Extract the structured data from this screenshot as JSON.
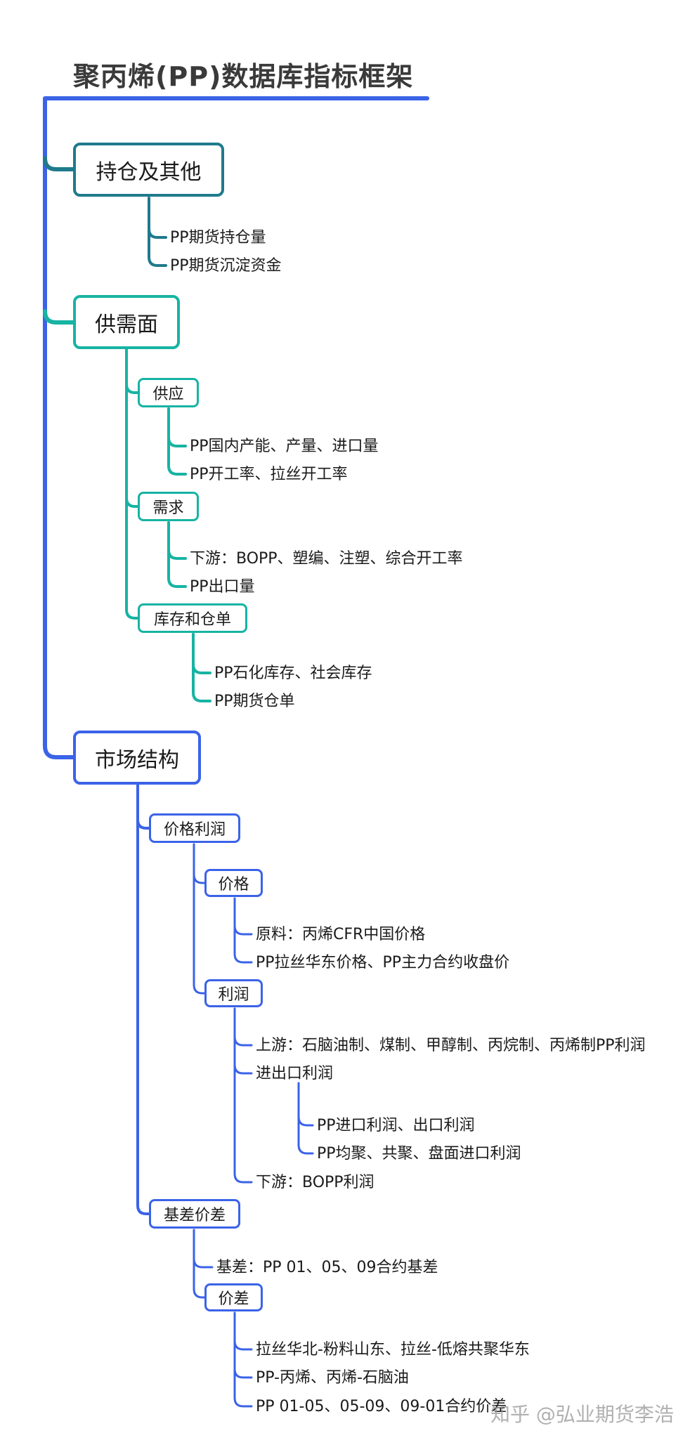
{
  "title": "聚丙烯(PP)数据库指标框架",
  "colors": {
    "main": "#3B63E8",
    "holding": "#1F7A8C",
    "supply_demand": "#17B3A3",
    "title_text": "#3a3a3a"
  },
  "sections": {
    "holding": {
      "label": "持仓及其他",
      "items": [
        "PP期货持仓量",
        "PP期货沉淀资金"
      ]
    },
    "supply_demand": {
      "label": "供需面",
      "supply": {
        "label": "供应",
        "items": [
          "PP国内产能、产量、进口量",
          "PP开工率、拉丝开工率"
        ]
      },
      "demand": {
        "label": "需求",
        "items": [
          "下游：BOPP、塑编、注塑、综合开工率",
          "PP出口量"
        ]
      },
      "inventory": {
        "label": "库存和仓单",
        "items": [
          "PP石化库存、社会库存",
          "PP期货仓单"
        ]
      }
    },
    "market": {
      "label": "市场结构",
      "price_profit": {
        "label": "价格利润",
        "price": {
          "label": "价格",
          "items": [
            "原料：丙烯CFR中国价格",
            "PP拉丝华东价格、PP主力合约收盘价"
          ]
        },
        "profit": {
          "label": "利润",
          "upstream": "上游：石脑油制、煤制、甲醇制、丙烷制、丙烯制PP利润",
          "import_export": {
            "label": "进出口利润",
            "items": [
              "PP进口利润、出口利润",
              "PP均聚、共聚、盘面进口利润"
            ]
          },
          "downstream": "下游：BOPP利润"
        }
      },
      "basis_spread": {
        "label": "基差价差",
        "basis": "基差：PP 01、05、09合约基差",
        "spread": {
          "label": "价差",
          "items": [
            "拉丝华北-粉料山东、拉丝-低熔共聚华东",
            "PP-丙烯、丙烯-石脑油",
            "PP 01-05、05-09、09-01合约价差"
          ]
        }
      }
    }
  },
  "watermark": "知乎 @弘业期货李浩"
}
